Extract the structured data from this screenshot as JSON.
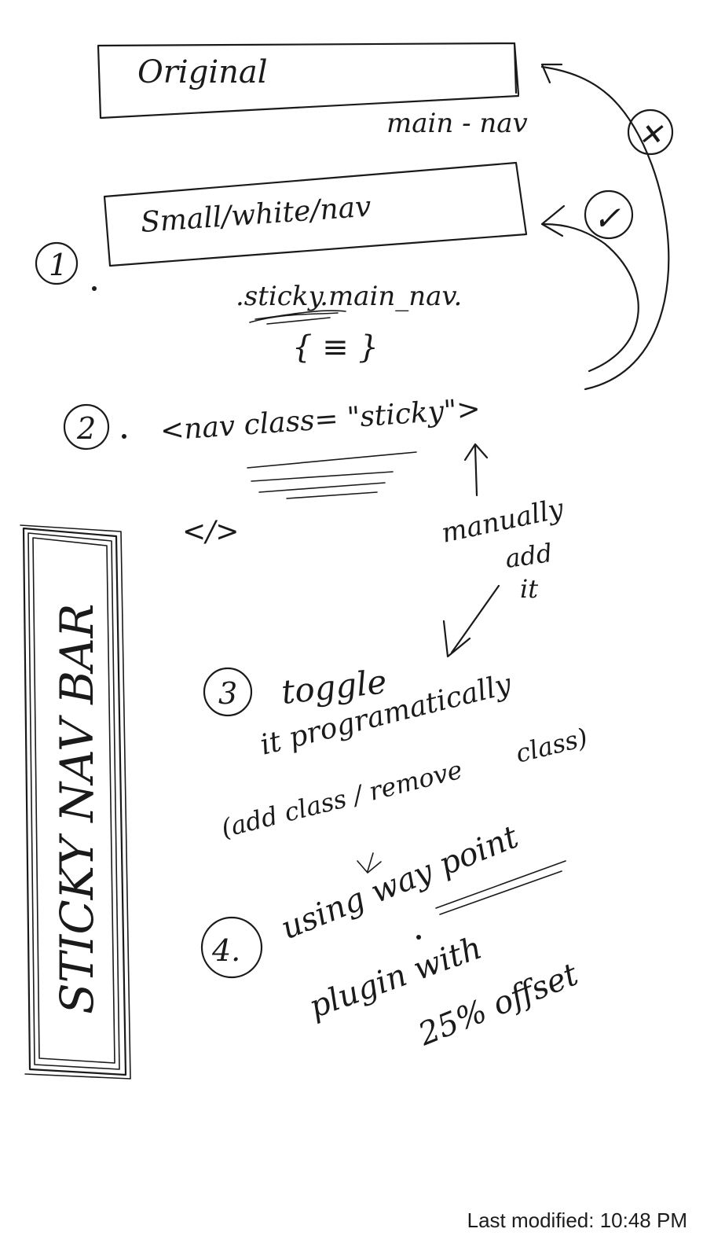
{
  "note": {
    "box_original_label": "Original",
    "main_nav_label": "main - nav",
    "box_small_label": "Small/white/nav",
    "step1_number": "1",
    "step1_selector": ".sticky.main_nav.",
    "step1_rules": "{ ≡ }",
    "step2_number": "2",
    "step2_code": "<nav class= \"sticky\">",
    "step2_close_tag": "</>",
    "manual_note_line1": "manually",
    "manual_note_line2": "add",
    "manual_note_line3": "it",
    "step3_number": "3",
    "step3_line1": "toggle",
    "step3_line2": "it programatically",
    "step3_line3": "(add class / remove",
    "step3_line4": "class)",
    "step4_number": "4.",
    "step4_line1": "using way point",
    "step4_line2": "plugin with",
    "step4_line3": "25% offset",
    "vertical_banner": "STICKY NAV BAR",
    "cross_mark": "✕",
    "check_mark": "✓"
  },
  "footer": {
    "last_modified": "Last modified: 10:48 PM"
  }
}
